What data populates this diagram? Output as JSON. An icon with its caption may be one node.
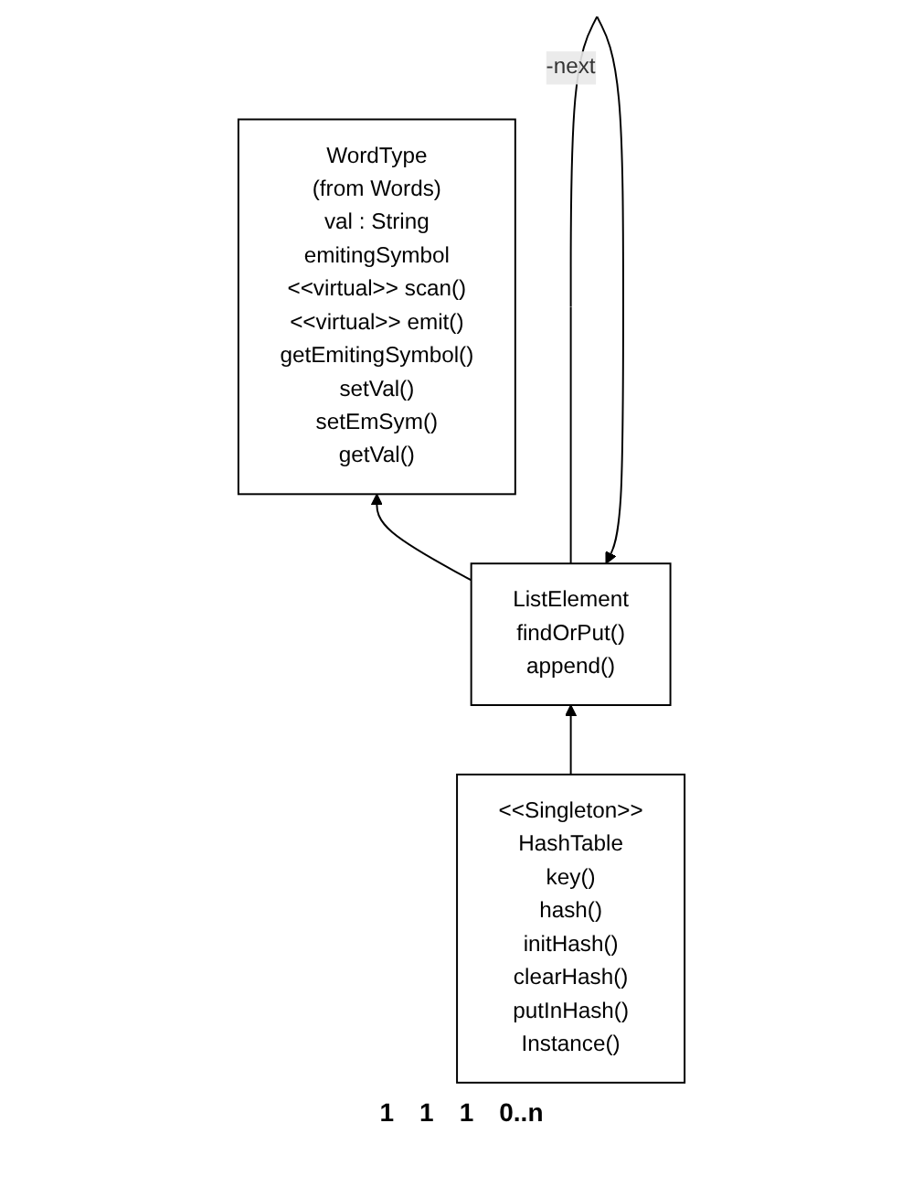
{
  "diagram": {
    "nodes": [
      {
        "text": [
          "WordType",
          "(from Words)",
          "val : String",
          "emitingSymbol",
          "<<virtual>> scan()",
          "<<virtual>> emit()",
          "getEmitingSymbol()",
          "setVal()",
          "setEmSym()",
          "getVal()"
        ]
      },
      {
        "text": [
          "<<Singleton>>",
          "HashTable",
          "key()",
          "hash()",
          "initHash()",
          "clearHash()",
          "putInHash()",
          "Instance()"
        ]
      },
      {
        "text": [
          "ListElement",
          "findOrPut()",
          "append()"
        ]
      }
    ],
    "edges": [
      {
        "from": 2,
        "to": 0,
        "arrow": "to"
      },
      {
        "from": 1,
        "to": 2,
        "arrow": "to"
      },
      {
        "from": 2,
        "to": 2,
        "arrow": "to",
        "label": "-next"
      }
    ],
    "labels": [
      "1",
      "1",
      "1",
      "0..n"
    ]
  }
}
